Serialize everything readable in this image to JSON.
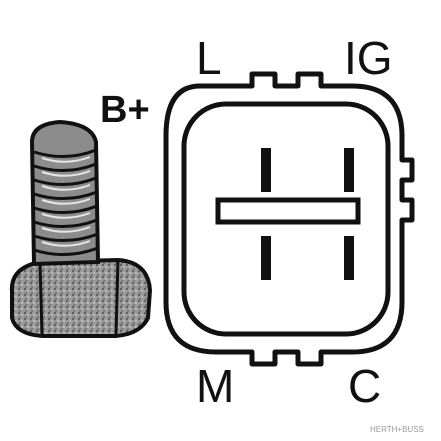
{
  "pins": {
    "top_left": "L",
    "top_right": "IG",
    "bottom_left": "M",
    "bottom_right": "C"
  },
  "terminal_label": "B+",
  "watermark": "HERTH+BUSS",
  "colors": {
    "ink": "#111111",
    "background": "#ffffff",
    "bolt_fill": "#8c8c8c"
  }
}
